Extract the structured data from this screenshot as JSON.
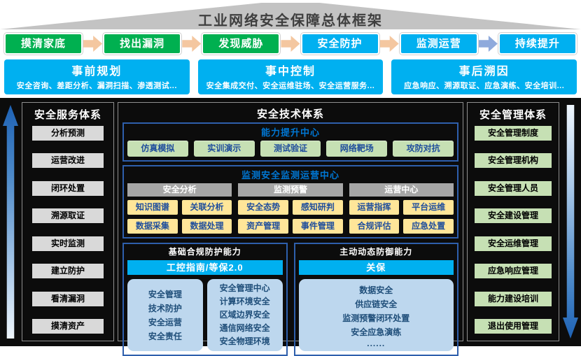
{
  "main_title": "工业网络安全保障总体框架",
  "flow_steps": [
    "摸清家底",
    "找出漏洞",
    "发现威胁",
    "安全防护",
    "监测运营",
    "持续提升"
  ],
  "phases": [
    {
      "title": "事前规划",
      "items": "安全咨询、差距分析、漏洞扫描、渗透测试..."
    },
    {
      "title": "事中控制",
      "items": "安全集成交付、安全运维驻场、安全运营服务..."
    },
    {
      "title": "事后溯因",
      "items": "应急响应、溯源取证、应急演练、安全培训..."
    }
  ],
  "left_panel": {
    "title": "安全服务体系",
    "items": [
      "分析预测",
      "运营改进",
      "闭环处置",
      "溯源取证",
      "实时监测",
      "建立防护",
      "看清漏洞",
      "摸清资产"
    ]
  },
  "right_panel": {
    "title": "安全管理体系",
    "items": [
      "安全管理制度",
      "安全管理机构",
      "安全管理人员",
      "安全建设管理",
      "安全运维管理",
      "应急响应管理",
      "能力建设培训",
      "退出使用管理"
    ]
  },
  "center": {
    "title": "安全技术体系",
    "capability": {
      "title": "能力提升中心",
      "items": [
        "仿真模拟",
        "实训演示",
        "测试验证",
        "网络靶场",
        "攻防对抗"
      ]
    },
    "soc": {
      "title": "监测安全监测运营中心",
      "columns": [
        {
          "header": "安全分析",
          "cells": [
            "知识图谱",
            "关联分析",
            "数据采集",
            "数据处理"
          ]
        },
        {
          "header": "监测预警",
          "cells": [
            "安全态势",
            "感知研判",
            "资产管理",
            "事件管理"
          ]
        },
        {
          "header": "运营中心",
          "cells": [
            "运营指挥",
            "平台运维",
            "合规评估",
            "应急处置"
          ]
        }
      ]
    },
    "base": {
      "title": "基础合规防护能力",
      "badge": "工控指南/等保2.0",
      "col1": [
        "安全管理",
        "技术防护",
        "安全运营",
        "安全责任"
      ],
      "col2": [
        "安全管理中心",
        "计算环境安全",
        "区域边界安全",
        "通信网络安全",
        "安全物理环境"
      ]
    },
    "active": {
      "title": "主动动态防御能力",
      "badge": "关保",
      "items": [
        "数据安全",
        "供应链安全",
        "监测预警闭环处置",
        "安全应急演练"
      ],
      "ellipsis": "......"
    }
  },
  "colors": {
    "step_green": "#00b050",
    "step_cyan": "#00b0f0",
    "arrow_peach": "#f4c7a0",
    "arrow_blue": "#8faadc",
    "banner_gray": "#c3c3c3",
    "panel_bg": "#0c0c0c",
    "box_border_blue": "#2e5fac",
    "header_gray": "#a6a6a6",
    "cell_yellow": "#ffe699",
    "cell_light_green": "#c6e0b4",
    "cell_light_gray": "#d9d9d9",
    "cell_light_blue": "#bdd7ee",
    "text_blue": "#1f4e9c"
  }
}
